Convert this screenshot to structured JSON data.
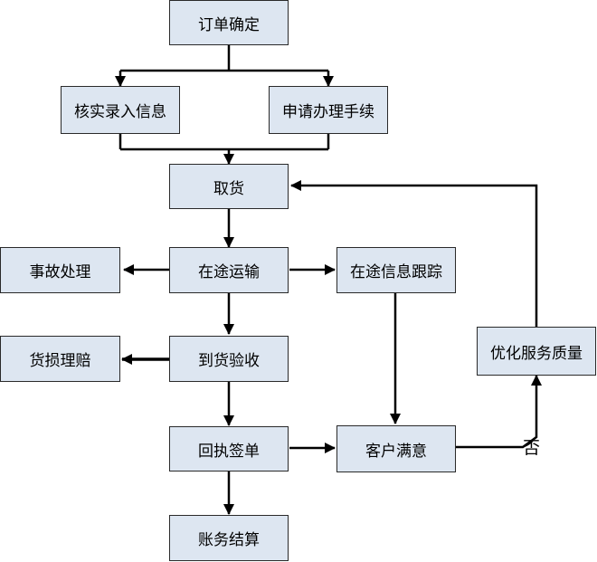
{
  "diagram": {
    "nodes": {
      "order_confirm": "订单确定",
      "verify_entry": "核实录入信息",
      "apply_procedure": "申请办理手续",
      "pickup": "取货",
      "in_transit": "在途运输",
      "accident": "事故处理",
      "tracking": "在途信息跟踪",
      "arrival_check": "到货验收",
      "damage_claim": "货损理赔",
      "receipt_sign": "回执签单",
      "customer_satisfied": "客户满意",
      "optimize_service": "优化服务质量",
      "settlement": "账务结算"
    },
    "edge_labels": {
      "no": "否"
    },
    "colors": {
      "node_fill": "#dde6f1",
      "node_border": "#2a2a2a",
      "edge": "#000000"
    }
  }
}
